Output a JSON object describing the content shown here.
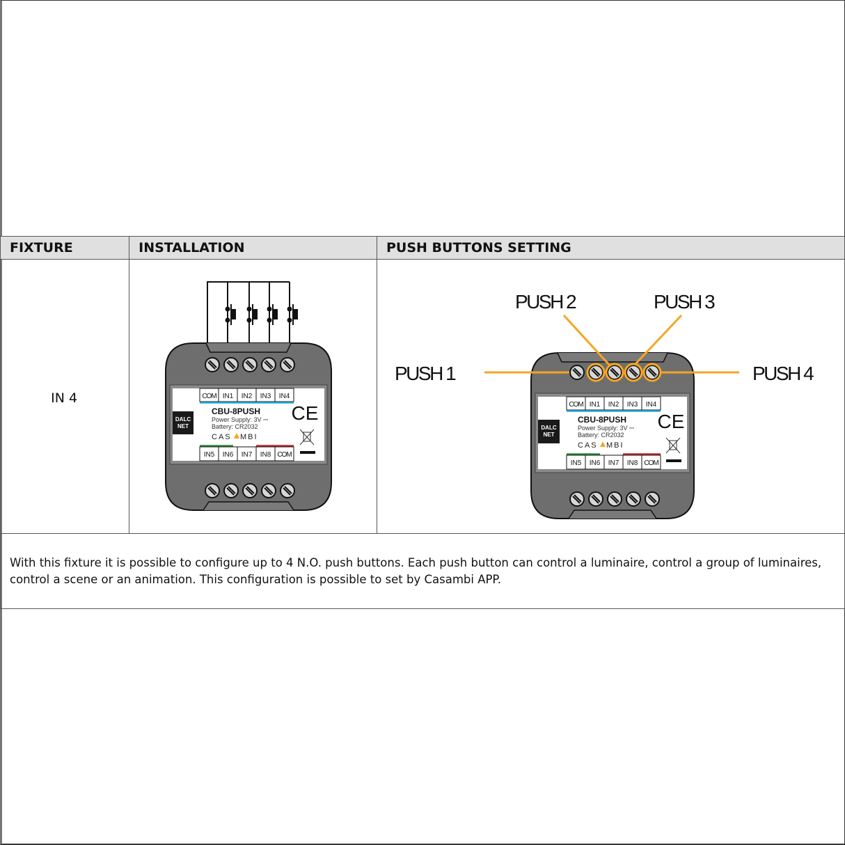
{
  "table": {
    "headers": [
      "FIXTURE",
      "INSTALLATION",
      "PUSH BUTTONS SETTING"
    ],
    "fixture": "IN 4",
    "description": "With this fixture it is possible to configure up to 4 N.O. push buttons. Each push button can control a luminaire, control a group of luminaires, control a scene or an animation. This configuration is possible to set by Casambi APP."
  },
  "device": {
    "model": "CBU-8PUSH",
    "power_supply": "Power Supply: 3V ⎓",
    "battery": "Battery: CR2032",
    "brand_logo_line1": "DALC",
    "brand_logo_line2": "NET",
    "casambi_left": "CAS",
    "casambi_right": "MBI",
    "ce_mark": "CE",
    "top_terminals": [
      "COM",
      "IN1",
      "IN2",
      "IN3",
      "IN4"
    ],
    "bottom_terminals": [
      "IN5",
      "IN6",
      "IN7",
      "IN8",
      "COM"
    ]
  },
  "push_labels": [
    "PUSH 1",
    "PUSH 2",
    "PUSH 3",
    "PUSH 4"
  ],
  "colors": {
    "accent_orange": "#f5a623",
    "housing_gray": "#6e6e6e",
    "header_bg": "#e0e0e0",
    "blue_stripe": "#2aa8e0",
    "green_stripe": "#2e8b3e",
    "red_stripe": "#c0282d"
  }
}
